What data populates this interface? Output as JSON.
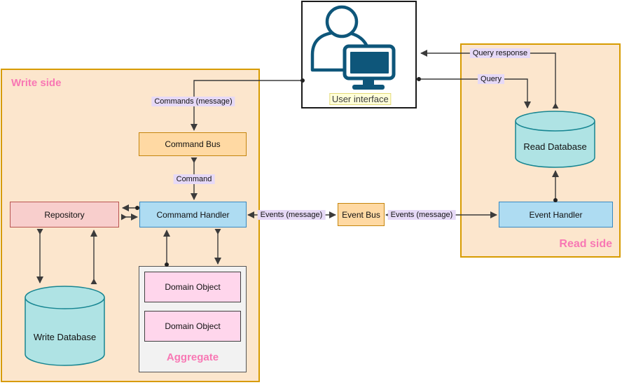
{
  "diagram": {
    "user_interface": {
      "label": "User interface"
    },
    "write_side": {
      "title": "Write side",
      "command_bus": "Command Bus",
      "command_handler": "Commamd Handler",
      "repository": "Repository",
      "write_database": "Write Database",
      "aggregate": {
        "title": "Aggregate",
        "domain_objects": [
          "Domain Object",
          "Domain Object"
        ]
      }
    },
    "event_bus": "Event Bus",
    "read_side": {
      "title": "Read side",
      "read_database": "Read Database",
      "event_handler": "Event Handler"
    },
    "connector_labels": {
      "commands": "Commands (message)",
      "command": "Command",
      "events_left": "Events (message)",
      "events_right": "Events (message)",
      "query_response": "Query response",
      "query": "Query"
    },
    "colors": {
      "container_fill": "#FCE6CD",
      "container_border": "#D79B00",
      "bus_fill": "#FFD9A3",
      "handler_fill": "#AEDCF2",
      "handler_border": "#3788C1",
      "repository_fill": "#F8CECC",
      "repository_border": "#B85450",
      "database_fill": "#AFE3E4",
      "database_border": "#168591",
      "domain_fill": "#FFD6EC",
      "aggregate_fill": "#F2F2F2",
      "label_highlight": "#E6D9F7",
      "ui_label_highlight": "#FFFFD9",
      "title_pink": "#F878B4",
      "icon_teal": "#0E567A",
      "wire": "#3B3B3B"
    }
  }
}
